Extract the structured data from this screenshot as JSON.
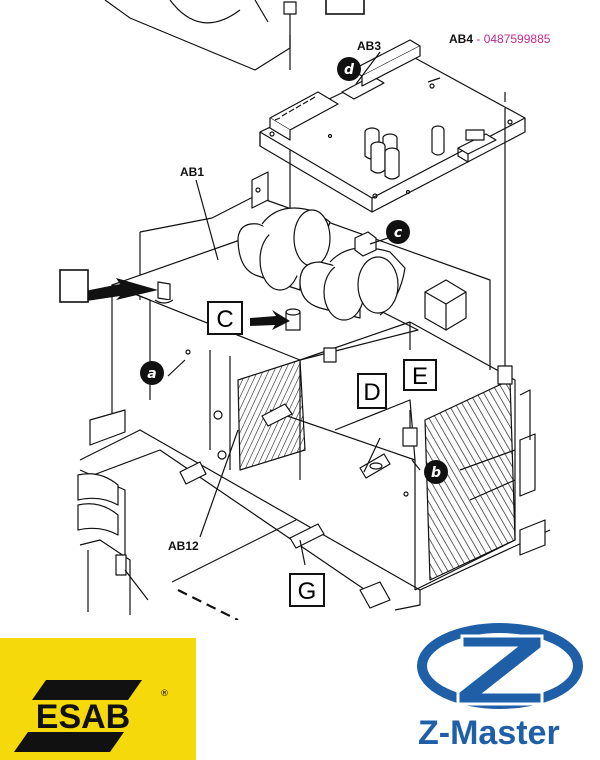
{
  "diagram": {
    "part_labels": {
      "ab3": "AB3",
      "ab4": "AB4",
      "ab4_separator": " - ",
      "ab4_part_number": "0487599885",
      "ab1": "AB1",
      "ab12": "AB12"
    },
    "box_labels": {
      "c": "C",
      "d": "D",
      "e": "E",
      "g": "G"
    },
    "circle_labels": {
      "a": "a",
      "b": "b",
      "c": "c",
      "d": "d"
    }
  },
  "logos": {
    "esab": {
      "text": "ESAB",
      "registered": "®",
      "background": "#f5d90a"
    },
    "zmaster": {
      "text": "Z-Master",
      "color": "#1f5fa8"
    }
  }
}
